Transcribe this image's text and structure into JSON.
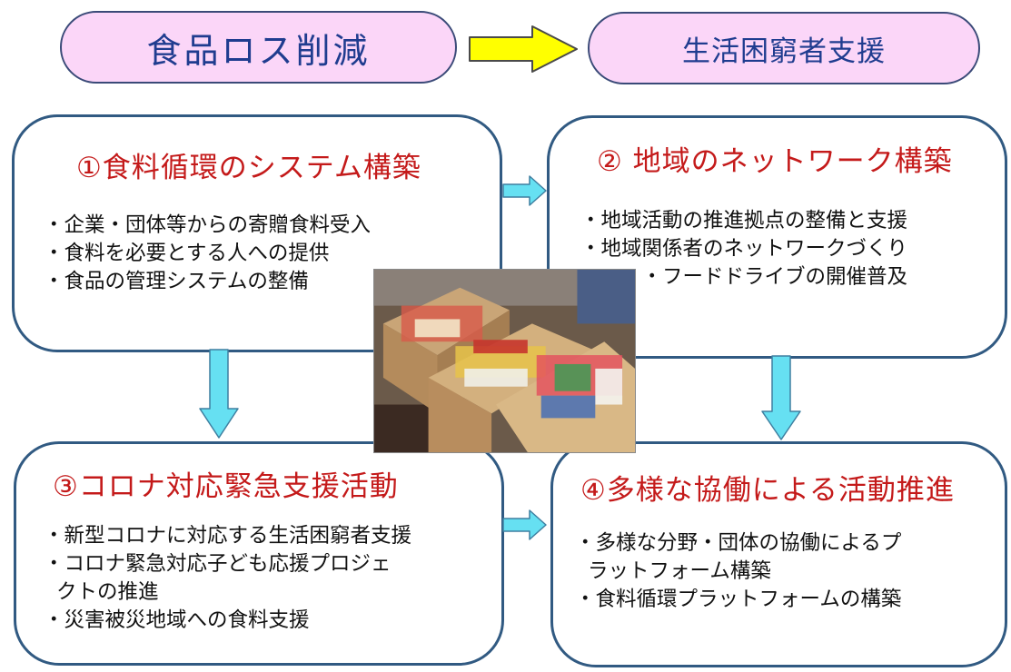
{
  "header": {
    "left_label": "食品ロス削減",
    "right_label": "生活困窮者支援"
  },
  "cards": [
    {
      "title": "①食料循環のシステム構築",
      "items": [
        "・企業・団体等からの寄贈食料受入",
        "・食料を必要とする人への提供",
        "・食品の管理システムの整備"
      ]
    },
    {
      "title": "② 地域のネットワーク構築",
      "items": [
        "・地域活動の推進拠点の整備と支援",
        "・地域関係者のネットワークづくり",
        "・フードドライブの開催普及"
      ]
    },
    {
      "title": "③コロナ対応緊急支援活動",
      "items": [
        "・新型コロナに対応する生活困窮者支援",
        "・コロナ緊急対応子ども応援プロジェ",
        "クトの推進",
        "・災害被災地域への食料支援"
      ]
    },
    {
      "title": "④多様な協働による活動推進",
      "items": [
        "・多様な分野・団体の協働によるプ",
        "ラットフォーム構築",
        "・食料循環プラットフォームの構築"
      ]
    }
  ],
  "colors": {
    "pill_fill": "#fbd6f8",
    "pill_text": "#1f3c8f",
    "card_border": "#315a82",
    "title_red": "#c41a1a",
    "yellow_arrow": "#ffff00",
    "cyan_arrow": "#66e0f2"
  }
}
